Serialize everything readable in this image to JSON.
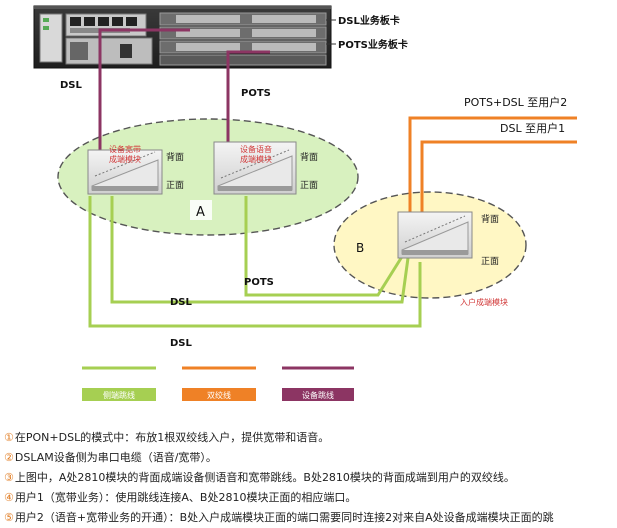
{
  "labels": {
    "dsl_board": "DSL业务板卡",
    "pots_board": "POTS业务板卡",
    "dsl_left": "DSL",
    "pots_top": "POTS",
    "pots_dsl_user2": "POTS+DSL 至用户2",
    "dsl_user1": "DSL 至用户1",
    "broadband_module": [
      "设备宽带",
      "成端模块"
    ],
    "voice_module": [
      "设备语音",
      "成端模块"
    ],
    "back_face": "背面",
    "front_face": "正面",
    "zone_a": "A",
    "zone_b": "B",
    "home_module": "入户成端模块",
    "pots_mid": "POTS",
    "dsl_mid": "DSL",
    "dsl_bottom": "DSL"
  },
  "legend": [
    {
      "label": "侧端跳线",
      "color": "#a6cf52"
    },
    {
      "label": "双绞线",
      "color": "#ef8126"
    },
    {
      "label": "设备跳线",
      "color": "#8c3563"
    }
  ],
  "colors": {
    "jumper": "#a6cf52",
    "twisted": "#ef8126",
    "device": "#8c3563",
    "zone_fill_a": "#d8f1bf",
    "zone_fill_b": "#fff7c4"
  },
  "notes": [
    {
      "num": "①",
      "text": "在PON+DSL的模式中：布放1根双绞线入户，提供宽带和语音。"
    },
    {
      "num": "②",
      "text": "DSLAM设备侧为串口电缆（语音/宽带）。"
    },
    {
      "num": "③",
      "text": "上图中，A处2810模块的背面成端设备侧语音和宽带跳线。B处2810模块的背面成端到用户的双绞线。"
    },
    {
      "num": "④",
      "text": "用户1（宽带业务）：使用跳线连接A、B处2810模块正面的相应端口。"
    },
    {
      "num": "⑤",
      "text": "用户2（语音+宽带业务的开通）：B处入户成端模块正面的端口需要同时连接2对来自A处设备成端模块正面的跳"
    }
  ]
}
